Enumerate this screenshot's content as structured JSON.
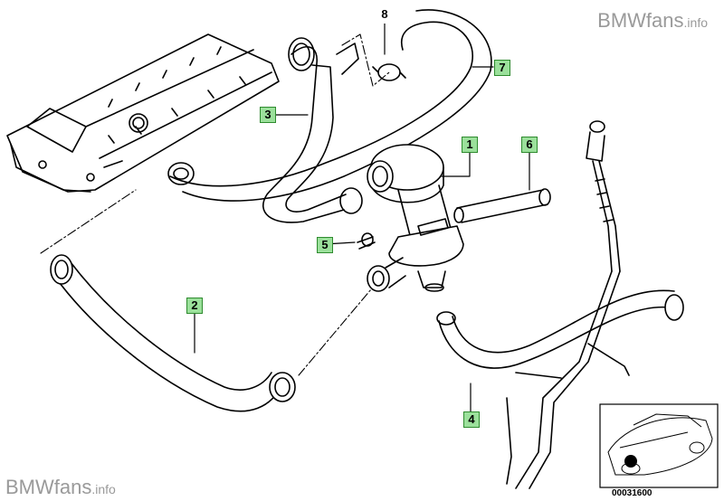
{
  "watermark": {
    "top_main": "BMWfans",
    "top_suffix": ".info",
    "bottom_main": "BMWfans",
    "bottom_suffix": ".info"
  },
  "callouts": {
    "p1": "1",
    "p2": "2",
    "p3": "3",
    "p4": "4",
    "p5": "5",
    "p6": "6",
    "p7": "7",
    "p8": "8"
  },
  "inset_code": "00031600",
  "colors": {
    "callout_fill": "#9be09b",
    "callout_border": "#2e8b2e",
    "line": "#000000"
  }
}
